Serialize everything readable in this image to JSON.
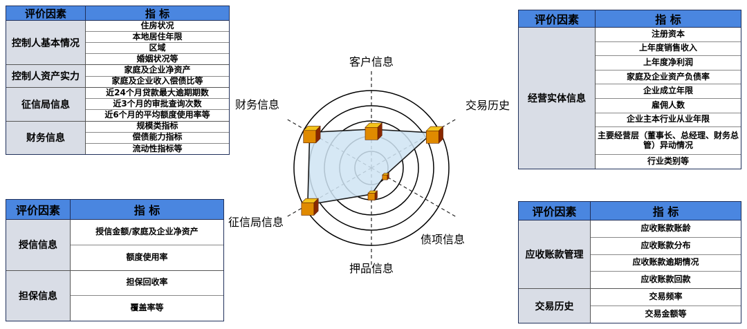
{
  "colors": {
    "header_bg": "#4a86e0",
    "factor_bg": "#d9dde6",
    "radar_fill": "#cfe4f3",
    "cube_front": "#e08a00",
    "cube_top": "#f3c21a",
    "cube_side": "#8a2800"
  },
  "tables": [
    {
      "header": [
        "评价因素",
        "指 标"
      ],
      "groups": [
        {
          "factor": "控制人基本情况",
          "indicators": [
            "住房状况",
            "本地居住年限",
            "区域",
            "婚姻状况等"
          ]
        },
        {
          "factor": "控制人资产实力",
          "indicators": [
            "家庭及企业净资产",
            "家庭及企业收入偿债比等"
          ]
        },
        {
          "factor": "征信局信息",
          "indicators": [
            "近24个月贷款最大逾期期数",
            "近3个月的审批查询次数",
            "近6个月的平均额度使用率等"
          ]
        },
        {
          "factor": "财务信息",
          "indicators": [
            "规模类指标",
            "偿债能力指标",
            "流动性指标等"
          ]
        }
      ]
    },
    {
      "header": [
        "评价因素",
        "指 标"
      ],
      "groups": [
        {
          "factor": "经营实体信息",
          "indicators": [
            "注册资本",
            "上年度销售收入",
            "上年度净利润",
            "家庭及企业资产负债率",
            "企业成立年限",
            "雇佣人数",
            "企业主本行业从业年限",
            "主要经营层（董事长、总经理、财务总管）异动情况",
            "行业类别等"
          ]
        }
      ]
    },
    {
      "header": [
        "评价因素",
        "指 标"
      ],
      "groups": [
        {
          "factor": "授信信息",
          "indicators": [
            "授信金额/家庭及企业净资产",
            "额度使用率"
          ]
        },
        {
          "factor": "担保信息",
          "indicators": [
            "担保回收率",
            "覆盖率等"
          ]
        }
      ]
    },
    {
      "header": [
        "评价因素",
        "指 标"
      ],
      "groups": [
        {
          "factor": "应收账款管理",
          "indicators": [
            "应收账款账龄",
            "应收账款分布",
            "应收账款逾期情况",
            "应收账款回款"
          ]
        },
        {
          "factor": "交易历史",
          "indicators": [
            "交易频率",
            "交易金额等"
          ]
        }
      ]
    }
  ],
  "radar": {
    "axes": [
      "客户信息",
      "交易历史",
      "债项信息",
      "押品信息",
      "征信局信息",
      "财务信息"
    ],
    "rings": 5,
    "values": [
      0.5,
      0.91,
      0.2,
      0.34,
      0.95,
      0.92
    ]
  }
}
